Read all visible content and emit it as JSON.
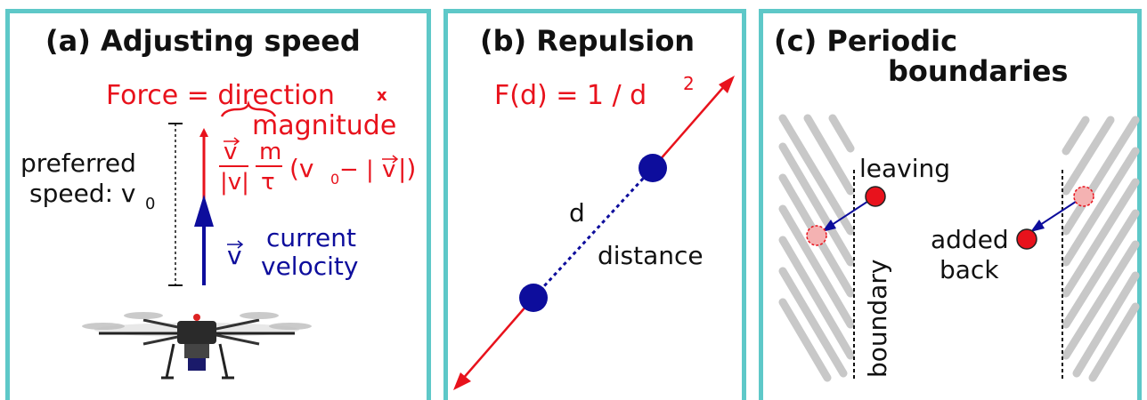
{
  "colors": {
    "border": "#5ec8c8",
    "force": "#e8121c",
    "velocity": "#0d0d9c",
    "text": "#111111",
    "gray": "#c8c8c8"
  },
  "panel_a": {
    "title": "(a) Adjusting speed",
    "force_label": "Force = direction",
    "times_symbol": "x",
    "magnitude_label": "magnitude",
    "vector_v": "v",
    "frac_m": "m",
    "frac_tau": "τ",
    "formula_tail": "(v",
    "v0_subscript": "0",
    "formula_minus": " − |",
    "formula_v": "v",
    "formula_close": "|)",
    "preferred_speed_line1": "preferred",
    "preferred_speed_line2": "speed: v",
    "preferred_speed_sub": "0",
    "current_line1": "current",
    "current_line2": "velocity",
    "current_v": "v",
    "drone_icon": "drone-icon"
  },
  "panel_b": {
    "title": "(b) Repulsion",
    "formula": "F(d) = 1 / d",
    "exponent": "2",
    "d_label": "d",
    "distance_label": "distance"
  },
  "panel_c": {
    "title_line1": "(c) Periodic",
    "title_line2": "boundaries",
    "leaving_label": "leaving",
    "added_label_line1": "added",
    "added_label_line2": "back",
    "boundary_label": "boundary"
  }
}
